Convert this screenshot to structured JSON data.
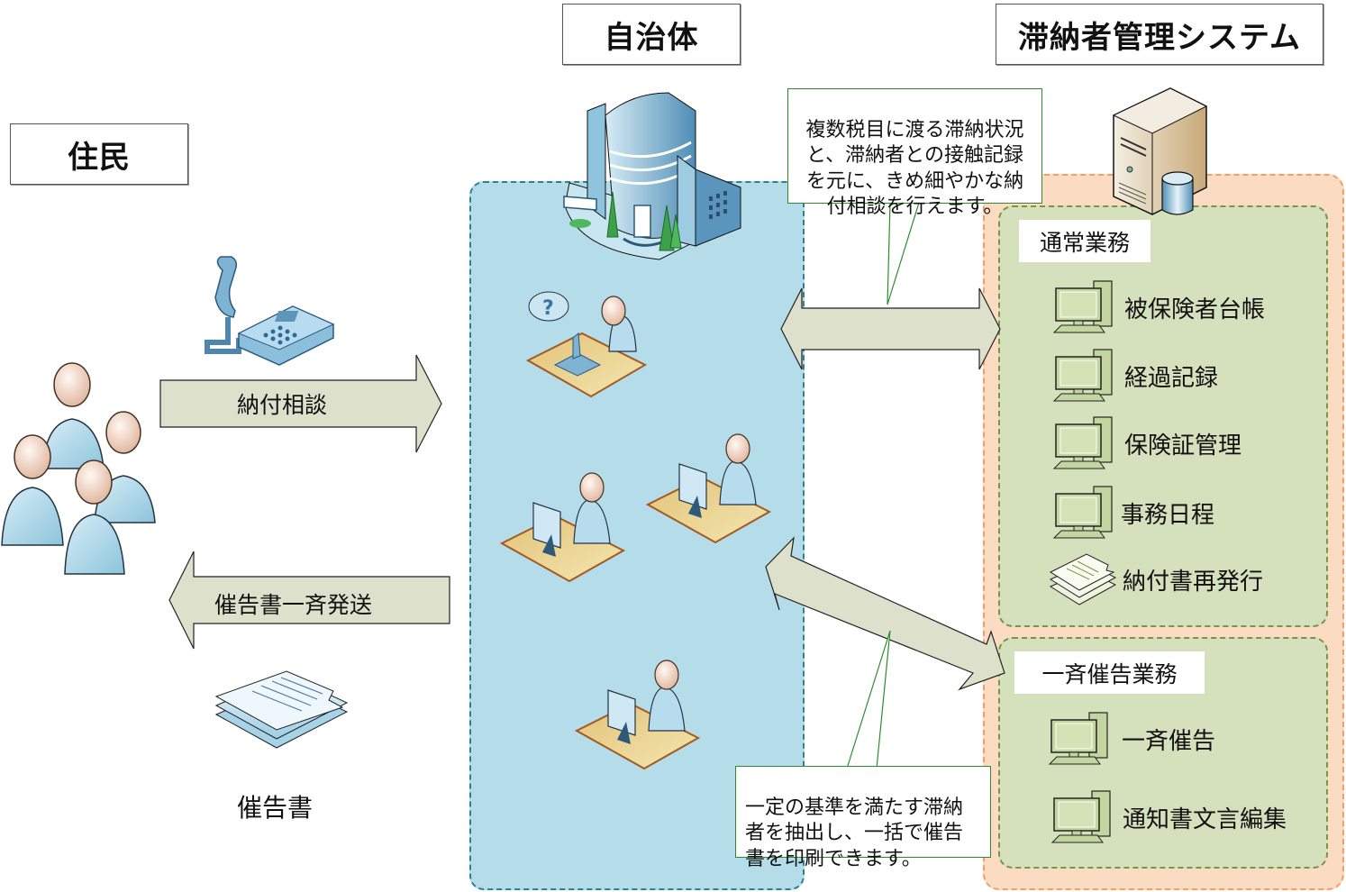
{
  "titles": {
    "residents": "住民",
    "municipality": "自治体",
    "system": "滞納者管理システム"
  },
  "arrows": {
    "consultation": "納付相談",
    "bulk_reminder_send": "催告書一斉発送"
  },
  "documents": {
    "reminder_letter": "催告書"
  },
  "callouts": {
    "top": "複数税目に渡る滞納状況\nと、滞納者との接触記録\nを元に、きめ細やかな納\n付相談を行えます。",
    "bottom": "一定の基準を満たす滞納\n者を抽出し、一括で催告\n書を印刷できます。"
  },
  "system": {
    "normal_ops": {
      "label": "通常業務",
      "items": [
        {
          "label": "被保険者台帳",
          "icon": "computer-icon"
        },
        {
          "label": "経過記録",
          "icon": "computer-icon"
        },
        {
          "label": "保険証管理",
          "icon": "computer-icon"
        },
        {
          "label": "事務日程",
          "icon": "computer-icon"
        },
        {
          "label": "納付書再発行",
          "icon": "document-stack-icon"
        }
      ]
    },
    "bulk_ops": {
      "label": "一斉催告業務",
      "items": [
        {
          "label": "一斉催告",
          "icon": "computer-icon"
        },
        {
          "label": "通知書文言編集",
          "icon": "computer-icon"
        }
      ]
    }
  },
  "colors": {
    "municipality_zone": "#b4dde9",
    "system_zone": "#fbdcc3",
    "ops_zone": "#d5e1bd",
    "arrow_fill": "#dde1cc",
    "callout_border": "#2e8b2e"
  }
}
